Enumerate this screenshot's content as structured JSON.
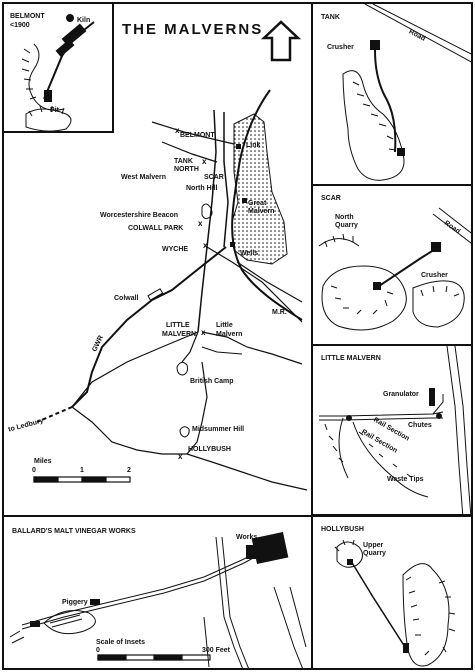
{
  "map": {
    "title": "THE MALVERNS",
    "places": {
      "belmont": "BELMONT",
      "tank": "TANK",
      "north": "NORTH",
      "scar": "SCAR",
      "west_malvern": "West Malvern",
      "north_hill": "North Hill",
      "link": "Link",
      "great_malvern_1": "Great",
      "great_malvern_2": "Malvern",
      "worcestershire_beacon": "Worcestershire Beacon",
      "colwall_park": "COLWALL PARK",
      "wyche": "WYCHE",
      "wells": "Wells",
      "colwall": "Colwall",
      "little_malvern_caps_1": "LITTLE",
      "little_malvern_caps_2": "MALVERN",
      "little_malvern_1": "Little",
      "little_malvern_2": "Malvern",
      "mr": "M.R.",
      "gwr": "GWR",
      "british_camp": "British Camp",
      "to_ledbury": "to Ledbury",
      "midsummer_hill": "Midsummer Hill",
      "hollybush": "HOLLYBUSH"
    },
    "scale": {
      "label": "Miles",
      "ticks": [
        "0",
        "1",
        "2"
      ]
    }
  },
  "insets": {
    "belmont": {
      "title_1": "BELMONT",
      "title_2": "<1900",
      "kiln": "Kiln",
      "pit": "Pit"
    },
    "tank": {
      "title": "TANK",
      "crusher": "Crusher",
      "road": "Road"
    },
    "scar": {
      "title": "SCAR",
      "north_quarry_1": "North",
      "north_quarry_2": "Quarry",
      "road": "Road",
      "crusher": "Crusher"
    },
    "little_malvern": {
      "title": "LITTLE MALVERN",
      "granulator": "Granulator",
      "chutes": "Chutes",
      "rail_section_1": "Rail Section",
      "rail_section_2": "Rail Section",
      "waste_tips": "Waste Tips"
    },
    "ballards": {
      "title": "BALLARD'S MALT VINEGAR WORKS",
      "works": "Works",
      "piggery": "Piggery",
      "scale_label": "Scale of Insets",
      "scale_0": "0",
      "scale_300": "300 Feet"
    },
    "hollybush": {
      "title": "HOLLYBUSH",
      "upper_quarry_1": "Upper",
      "upper_quarry_2": "Quarry"
    }
  }
}
